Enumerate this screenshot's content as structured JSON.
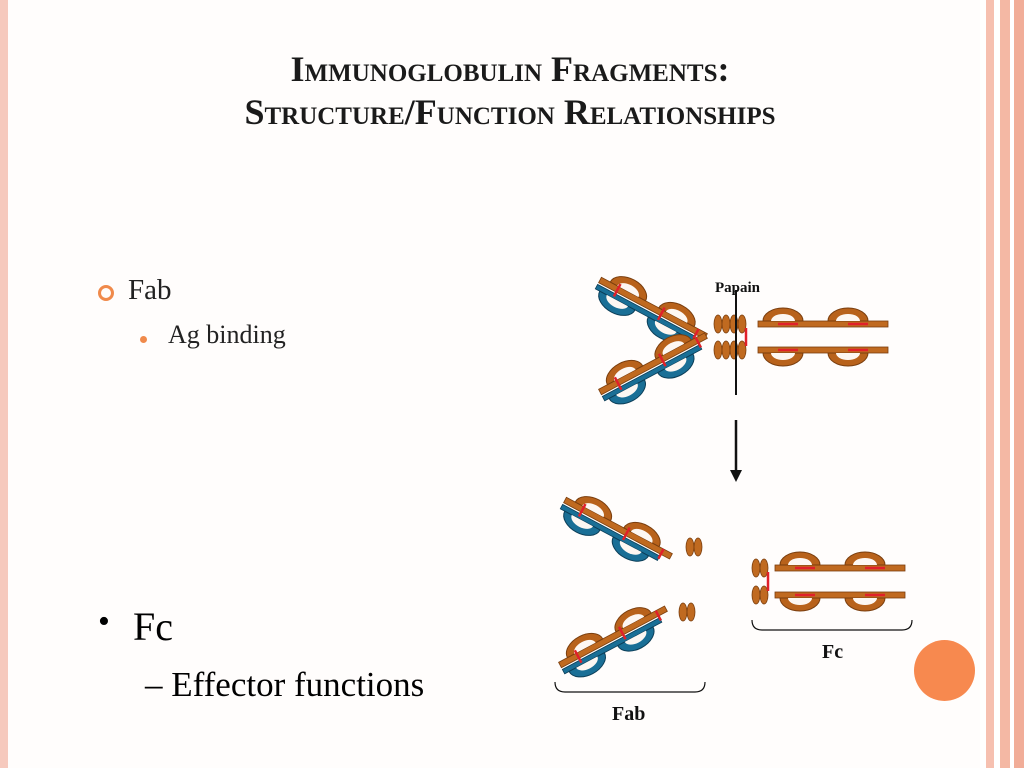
{
  "slide": {
    "title_line1": "Immunoglobulin Fragments:",
    "title_line2": "Structure/Function Relationships"
  },
  "bullets": {
    "fab": {
      "label": "Fab",
      "sub": "Ag binding"
    },
    "fc": {
      "marker": "•",
      "label": "Fc",
      "sub": "– Effector functions"
    }
  },
  "diagram": {
    "enzyme_label": "Papain",
    "fab_label": "Fab",
    "fc_label": "Fc"
  },
  "colors": {
    "heavy_chain": "#b8621b",
    "light_chain": "#1a6f96",
    "disulfide": "#e0202a",
    "accent": "#f7894f"
  }
}
